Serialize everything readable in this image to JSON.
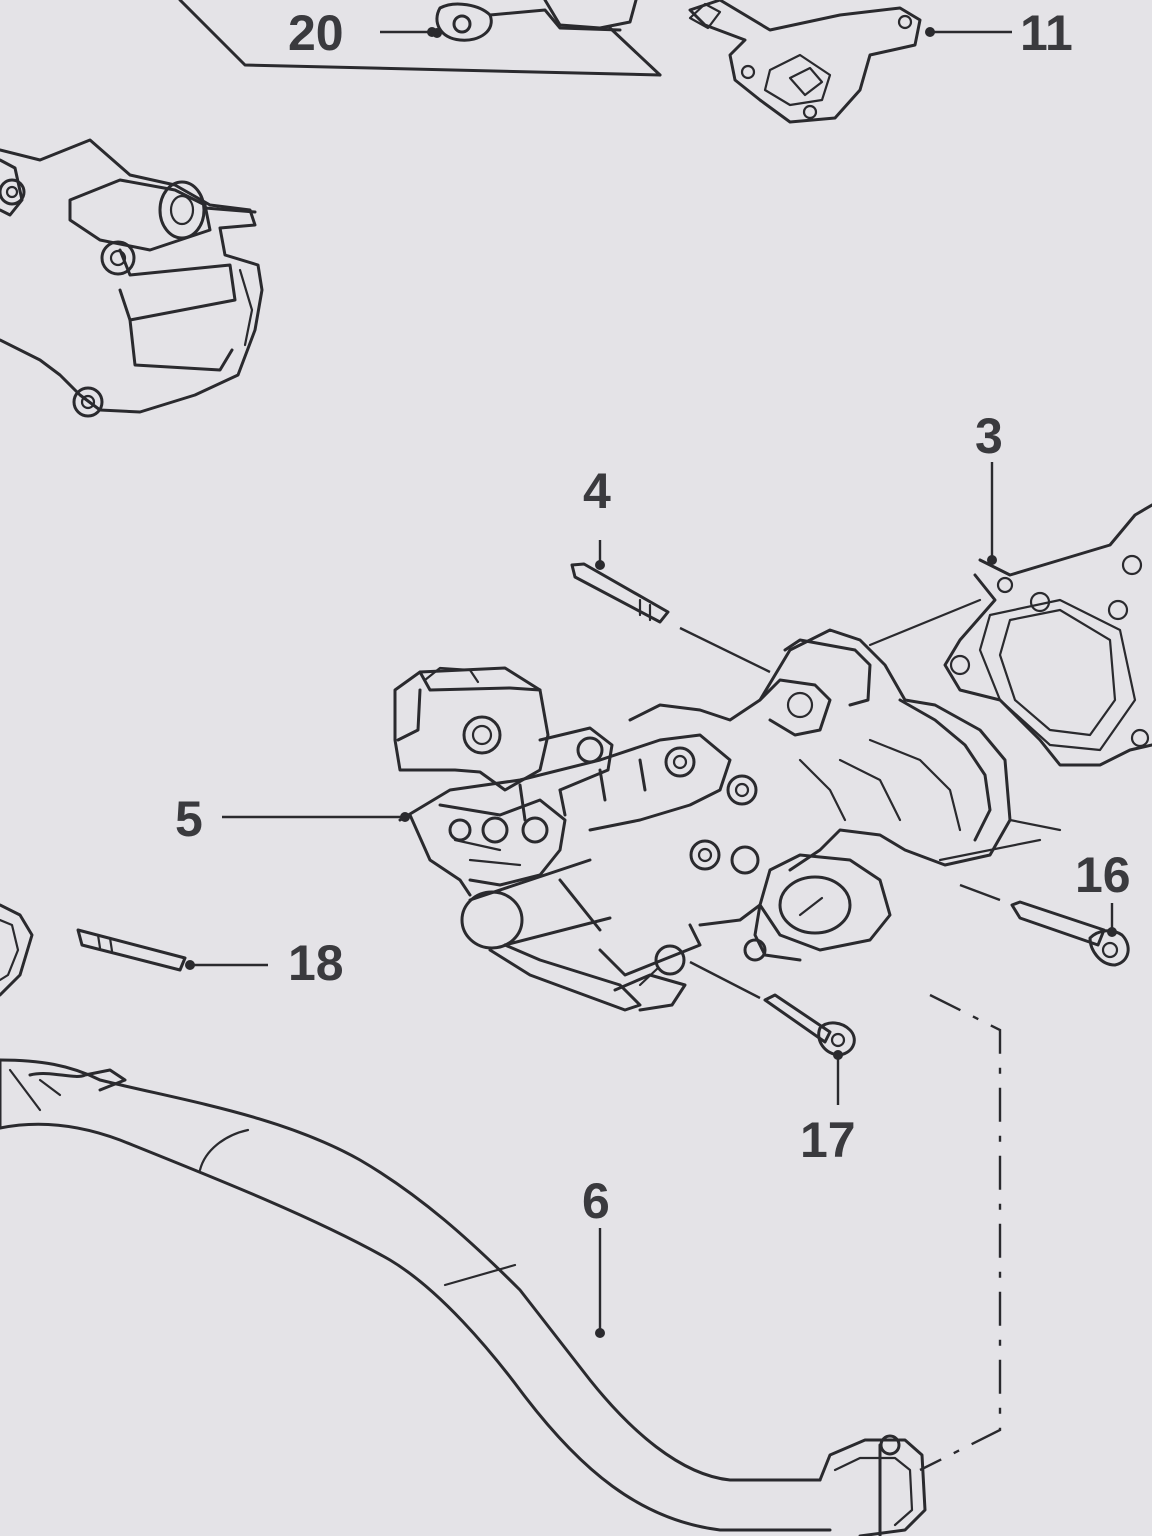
{
  "callouts": {
    "c20": "20",
    "c11": "11",
    "c3": "3",
    "c4": "4",
    "c5": "5",
    "c16": "16",
    "c18": "18",
    "c17": "17",
    "c6": "6"
  },
  "colors": {
    "background": "#e4e3e7",
    "ink": "#2a2a2e"
  }
}
